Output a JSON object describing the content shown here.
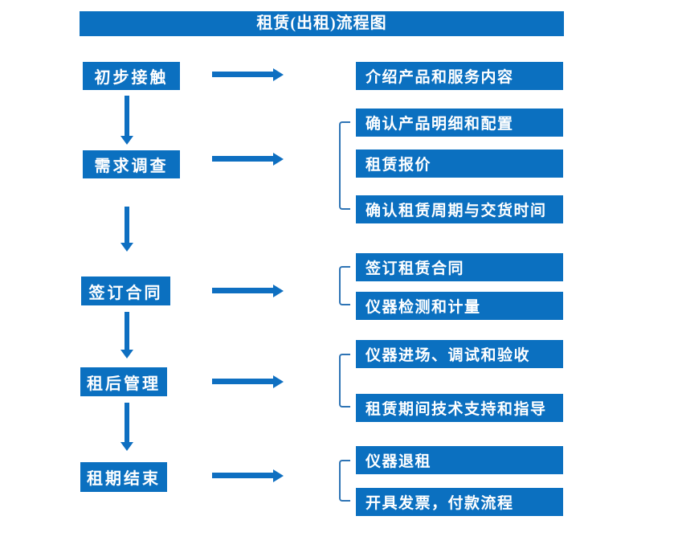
{
  "title": "租赁(出租)流程图",
  "colors": {
    "box_blue": "#0b70c0",
    "arrow_blue": "#0e6fc1",
    "bracket_blue": "#2e74b5",
    "text_white": "#ffffff",
    "background": "#ffffff"
  },
  "flow": {
    "stages": [
      {
        "label": "初步接触",
        "outputs": [
          "介绍产品和服务内容"
        ]
      },
      {
        "label": "需求调查",
        "outputs": [
          "确认产品明细和配置",
          "租赁报价",
          "确认租赁周期与交货时间"
        ]
      },
      {
        "label": "签订合同",
        "outputs": [
          "签订租赁合同",
          "仪器检测和计量"
        ]
      },
      {
        "label": "租后管理",
        "outputs": [
          "仪器进场、调试和验收",
          "租赁期间技术支持和指导"
        ]
      },
      {
        "label": "租期结束",
        "outputs": [
          "仪器退租",
          "开具发票，付款流程"
        ]
      }
    ]
  }
}
